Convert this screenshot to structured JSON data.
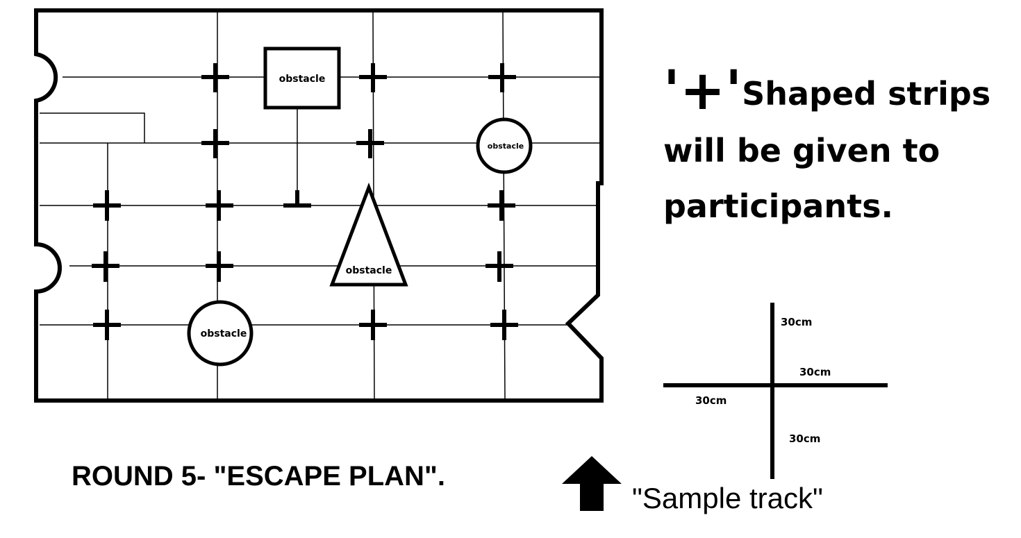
{
  "obstacle_label": "obstacle",
  "note": {
    "quote_plus": "'+'",
    "line1": "Shaped strips",
    "line2": "will be given to",
    "line3": "participants."
  },
  "sample_strip": {
    "label_top": "30cm",
    "label_right": "30cm",
    "label_left": "30cm",
    "label_bottom": "30cm"
  },
  "title": "ROUND 5- \"ESCAPE PLAN\".",
  "sample_caption": "\"Sample track\""
}
